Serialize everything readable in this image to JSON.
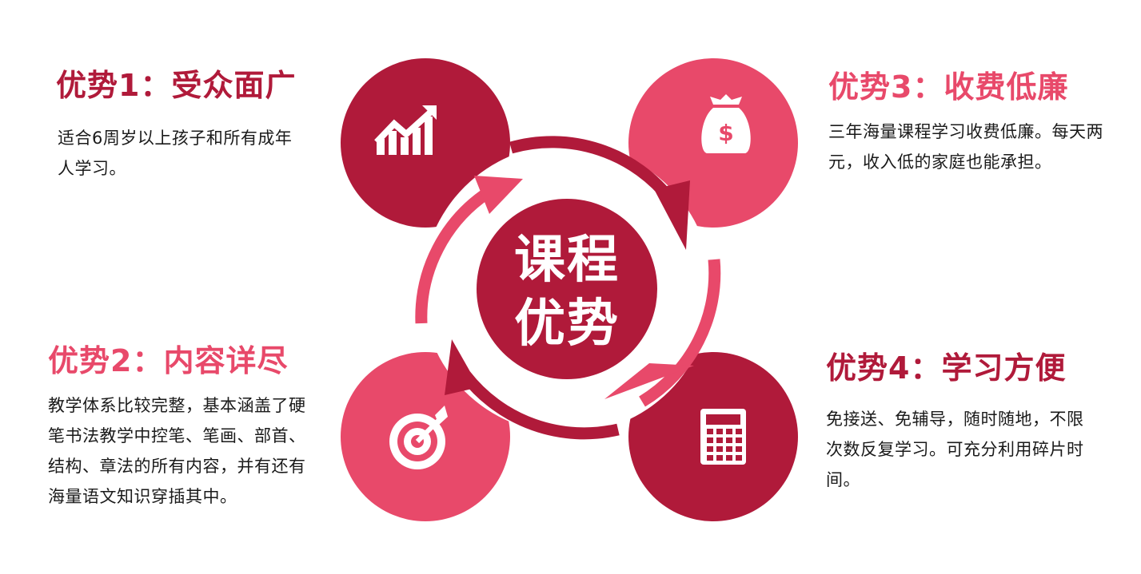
{
  "center": {
    "line1": "课程",
    "line2": "优势"
  },
  "advantages": [
    {
      "title": "优势1：受众面广",
      "desc": "适合6周岁以上孩子和所有成年人学习。",
      "icon": "growth-chart-icon"
    },
    {
      "title": "优势2：内容详尽",
      "desc": "教学体系比较完整，基本涵盖了硬笔书法教学中控笔、笔画、部首、结构、章法的所有内容，并有还有海量语文知识穿插其中。",
      "icon": "target-icon"
    },
    {
      "title": "优势3：收费低廉",
      "desc": "三年海量课程学习收费低廉。每天两元，收入低的家庭也能承担。",
      "icon": "money-bag-icon"
    },
    {
      "title": "优势4：学习方便",
      "desc": "免接送、免辅导，随时随地，不限次数反复学习。可充分利用碎片时间。",
      "icon": "calculator-icon"
    }
  ],
  "colors": {
    "dark": "#b01a3a",
    "light": "#e8496a",
    "text": "#1a1a1a"
  }
}
